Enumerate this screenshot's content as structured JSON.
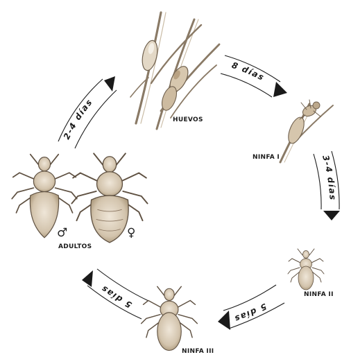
{
  "stages": {
    "huevos": "HUEVOS",
    "ninfa1": "NINFA I",
    "ninfa2": "NINFA II",
    "ninfa3": "NINFA III",
    "adultos": "ADULTOS"
  },
  "durations": {
    "huevos_to_ninfa1": "8 días",
    "ninfa1_to_ninfa2": "3-4 días",
    "ninfa2_to_ninfa3": "5 días",
    "ninfa3_to_adultos": "5 días",
    "adultos_to_huevos": "2-4 días"
  },
  "symbols": {
    "male": "♂",
    "female": "♀"
  },
  "colors": {
    "ink": "#1a1a1a",
    "louse_body": "#d8cbb8",
    "louse_shade": "#a89577",
    "hair": "#8a7a66"
  }
}
